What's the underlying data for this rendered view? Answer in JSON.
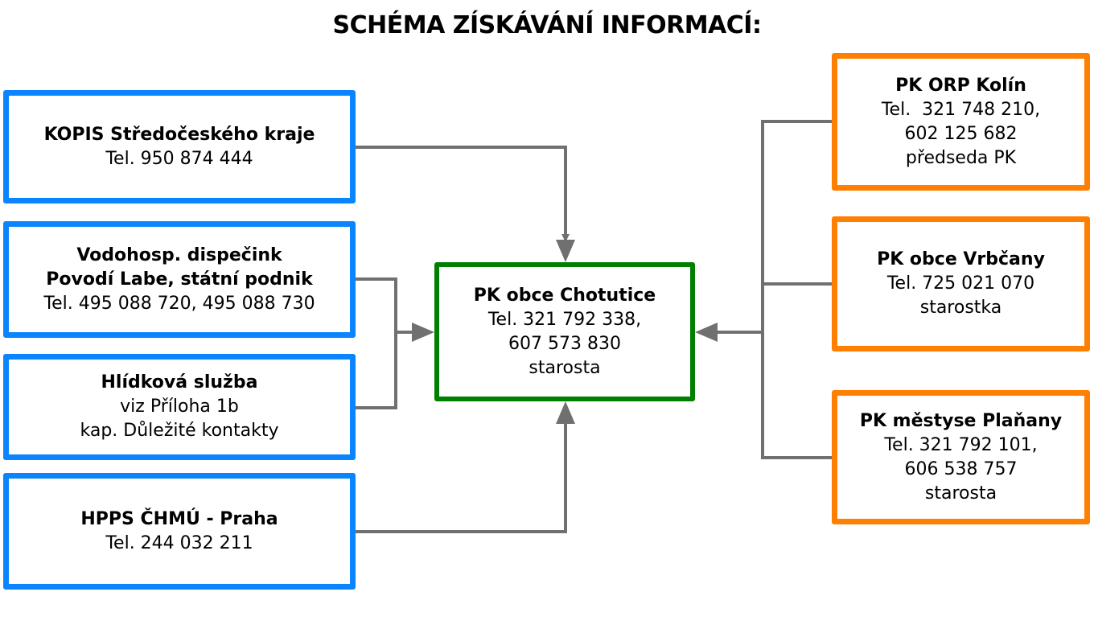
{
  "title": "SCHÉMA ZÍSKÁVÁNÍ INFORMACÍ:",
  "left_boxes": [
    {
      "name": "KOPIS Středočeského kraje",
      "lines": [
        "Tel. 950 874 444"
      ]
    },
    {
      "name": "Vodohosp. dispečink",
      "name2": "Povodí Labe, státní podnik",
      "lines": [
        "Tel. 495 088 720, 495 088 730"
      ]
    },
    {
      "name": "Hlídková služba",
      "lines": [
        "viz Příloha 1b",
        "kap. Důležité kontakty"
      ]
    },
    {
      "name": "HPPS ČHMÚ - Praha",
      "lines": [
        "Tel. 244 032 211"
      ]
    }
  ],
  "center_box": {
    "name": "PK obce Chotutice",
    "lines": [
      "Tel. 321 792 338,",
      "607 573 830",
      "starosta"
    ]
  },
  "right_boxes": [
    {
      "name": "PK ORP Kolín",
      "lines": [
        "Tel.  321 748 210,",
        "602 125 682",
        "předseda PK"
      ]
    },
    {
      "name": "PK obce Vrbčany",
      "lines": [
        "Tel. 725 021 070",
        "starostka"
      ]
    },
    {
      "name": "PK městyse Plaňany",
      "lines": [
        "Tel. 321 792 101,",
        "606 538 757",
        "starosta"
      ]
    }
  ],
  "colors": {
    "left": "#0a84ff",
    "right": "#ff7f00",
    "center": "#008000",
    "connector": "#707070"
  }
}
